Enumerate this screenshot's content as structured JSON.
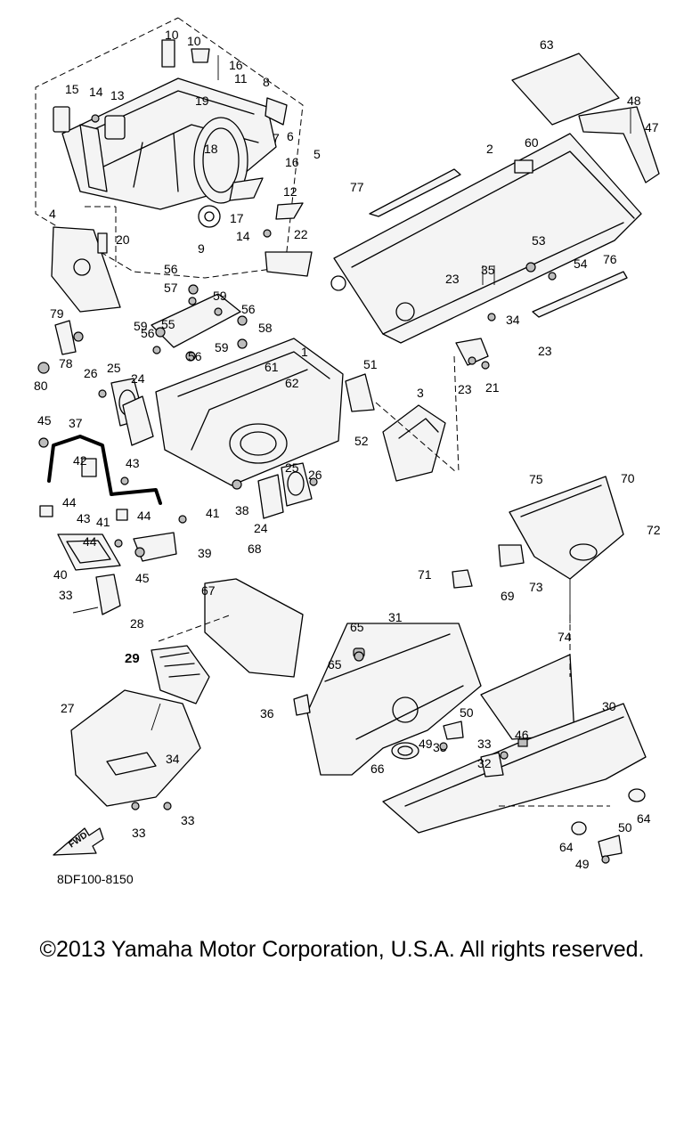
{
  "diagram": {
    "part_numbers": [
      "1",
      "2",
      "3",
      "4",
      "5",
      "6",
      "7",
      "8",
      "9",
      "10",
      "10",
      "11",
      "12",
      "13",
      "14",
      "14",
      "15",
      "16",
      "16",
      "17",
      "18",
      "19",
      "20",
      "21",
      "22",
      "23",
      "23",
      "23",
      "24",
      "24",
      "25",
      "25",
      "26",
      "26",
      "27",
      "28",
      "29",
      "30",
      "31",
      "32",
      "33",
      "33",
      "33",
      "33",
      "33",
      "34",
      "34",
      "35",
      "36",
      "37",
      "38",
      "39",
      "40",
      "41",
      "41",
      "42",
      "43",
      "43",
      "44",
      "44",
      "44",
      "45",
      "45",
      "46",
      "47",
      "48",
      "49",
      "49",
      "50",
      "50",
      "51",
      "52",
      "53",
      "54",
      "55",
      "56",
      "56",
      "56",
      "56",
      "57",
      "58",
      "59",
      "59",
      "59",
      "60",
      "61",
      "62",
      "63",
      "64",
      "64",
      "65",
      "65",
      "66",
      "67",
      "68",
      "69",
      "70",
      "71",
      "72",
      "73",
      "74",
      "75",
      "76",
      "77",
      "78",
      "79",
      "80"
    ],
    "fwd_arrow_label": "FWD",
    "diagram_code": "8DF100-8150"
  },
  "footer": {
    "copyright": "©2013 Yamaha Motor Corporation, U.S.A. All rights reserved."
  }
}
